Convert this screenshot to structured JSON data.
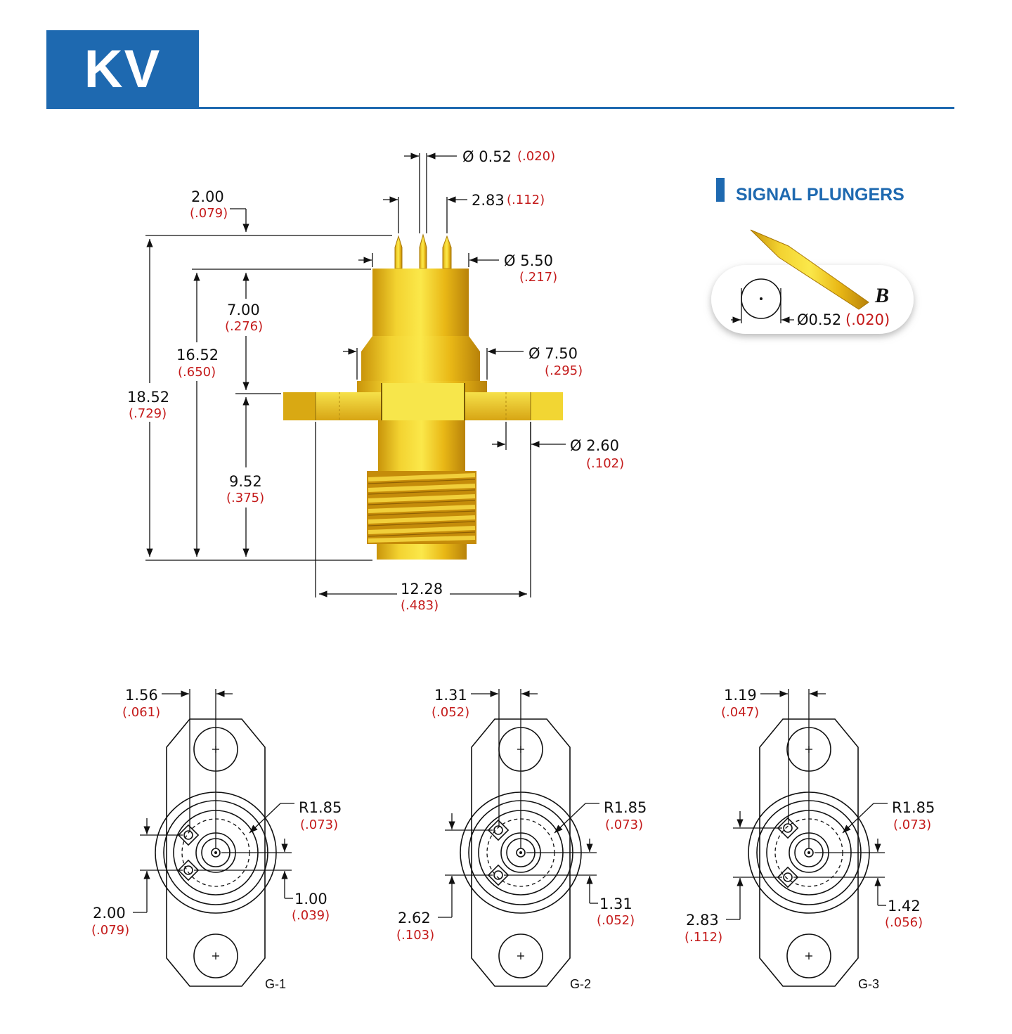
{
  "header": {
    "title": "KV"
  },
  "colors": {
    "accent": "#1e69b0",
    "imperial": "#c41a1a",
    "gold": "#e8bf10"
  },
  "signal_plungers": {
    "heading": "SIGNAL PLUNGERS",
    "tip_letter": "B",
    "dia_metric": "Ø0.52",
    "dia_imperial": "(.020)"
  },
  "main_view": {
    "dims": {
      "pin_dia": {
        "metric": "Ø 0.52",
        "imperial": "(.020)"
      },
      "pin_pitch": {
        "metric": "2.83",
        "imperial": "(.112)"
      },
      "pin_len": {
        "metric": "2.00",
        "imperial": "(.079)"
      },
      "top_dia": {
        "metric": "Ø 5.50",
        "imperial": "(.217)"
      },
      "upper_len": {
        "metric": "7.00",
        "imperial": "(.276)"
      },
      "body_len": {
        "metric": "16.52",
        "imperial": "(.650)"
      },
      "overall_len": {
        "metric": "18.52",
        "imperial": "(.729)"
      },
      "collar_dia": {
        "metric": "Ø 7.50",
        "imperial": "(.295)"
      },
      "hole_dia": {
        "metric": "Ø 2.60",
        "imperial": "(.102)"
      },
      "lower_len": {
        "metric": "9.52",
        "imperial": "(.375)"
      },
      "hole_spacing": {
        "metric": "12.28",
        "imperial": "(.483)"
      }
    }
  },
  "bottom_views": [
    {
      "label": "G-1",
      "top": {
        "metric": "1.56",
        "imperial": "(.061)"
      },
      "radius": {
        "metric": "R1.85",
        "imperial": "(.073)"
      },
      "left": {
        "metric": "2.00",
        "imperial": "(.079)"
      },
      "right": {
        "metric": "1.00",
        "imperial": "(.039)"
      }
    },
    {
      "label": "G-2",
      "top": {
        "metric": "1.31",
        "imperial": "(.052)"
      },
      "radius": {
        "metric": "R1.85",
        "imperial": "(.073)"
      },
      "left": {
        "metric": "2.62",
        "imperial": "(.103)"
      },
      "right": {
        "metric": "1.31",
        "imperial": "(.052)"
      }
    },
    {
      "label": "G-3",
      "top": {
        "metric": "1.19",
        "imperial": "(.047)"
      },
      "radius": {
        "metric": "R1.85",
        "imperial": "(.073)"
      },
      "left": {
        "metric": "2.83",
        "imperial": "(.112)"
      },
      "right": {
        "metric": "1.42",
        "imperial": "(.056)"
      }
    }
  ]
}
